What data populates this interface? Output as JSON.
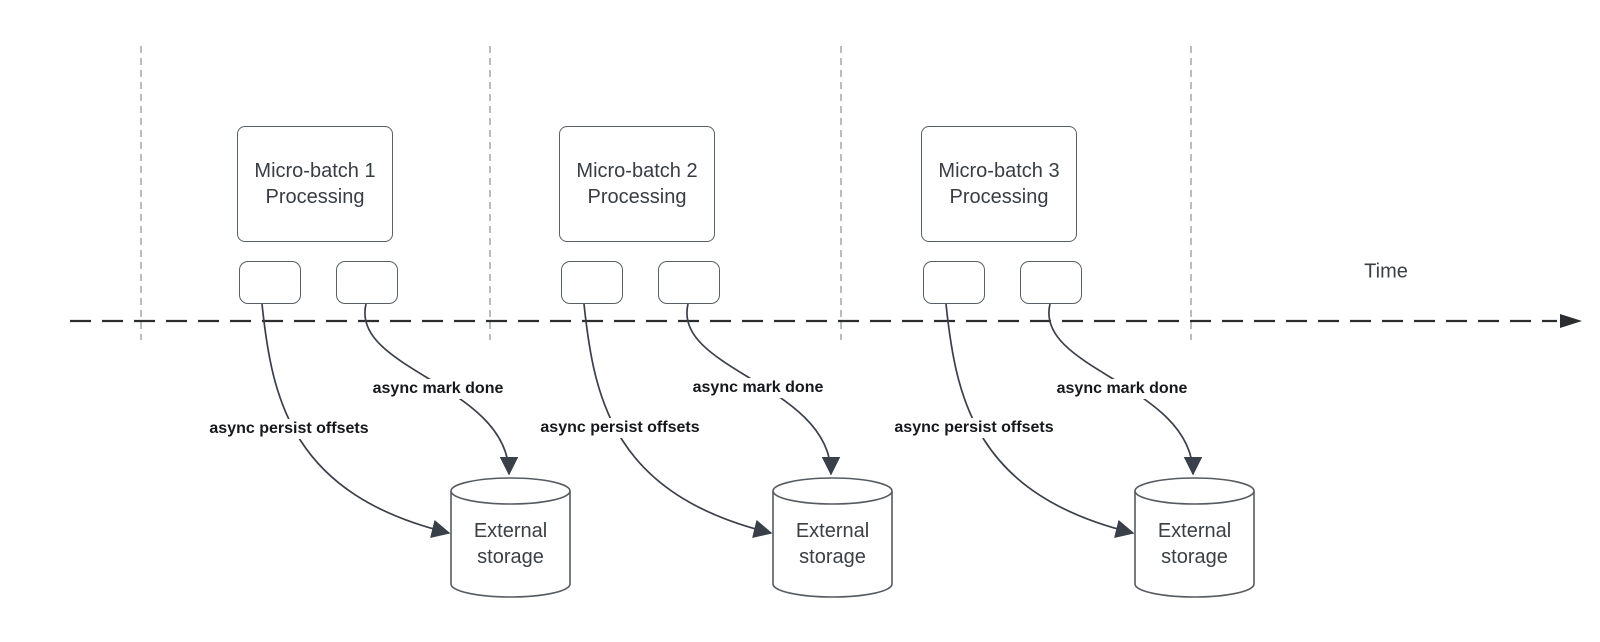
{
  "diagram": {
    "type": "timeline-flow-diagram",
    "time_axis": {
      "label": "Time"
    },
    "groups": [
      {
        "process_label": "Micro-batch 1\nProcessing",
        "persist_arrow_label": "async persist offsets",
        "done_arrow_label": "async mark done",
        "storage_label": "External\nstorage"
      },
      {
        "process_label": "Micro-batch 2\nProcessing",
        "persist_arrow_label": "async persist offsets",
        "done_arrow_label": "async mark done",
        "storage_label": "External\nstorage"
      },
      {
        "process_label": "Micro-batch 3\nProcessing",
        "persist_arrow_label": "async persist offsets",
        "done_arrow_label": "async mark done",
        "storage_label": "External\nstorage"
      }
    ],
    "colors": {
      "background": "#ffffff",
      "shape_stroke": "#5a5f66",
      "arrow_stroke": "#3a4049",
      "timeline_stroke": "#2c2d30",
      "gridline_stroke": "#aaacae",
      "label_text": "#16181c",
      "box_text": "#383d44"
    }
  }
}
